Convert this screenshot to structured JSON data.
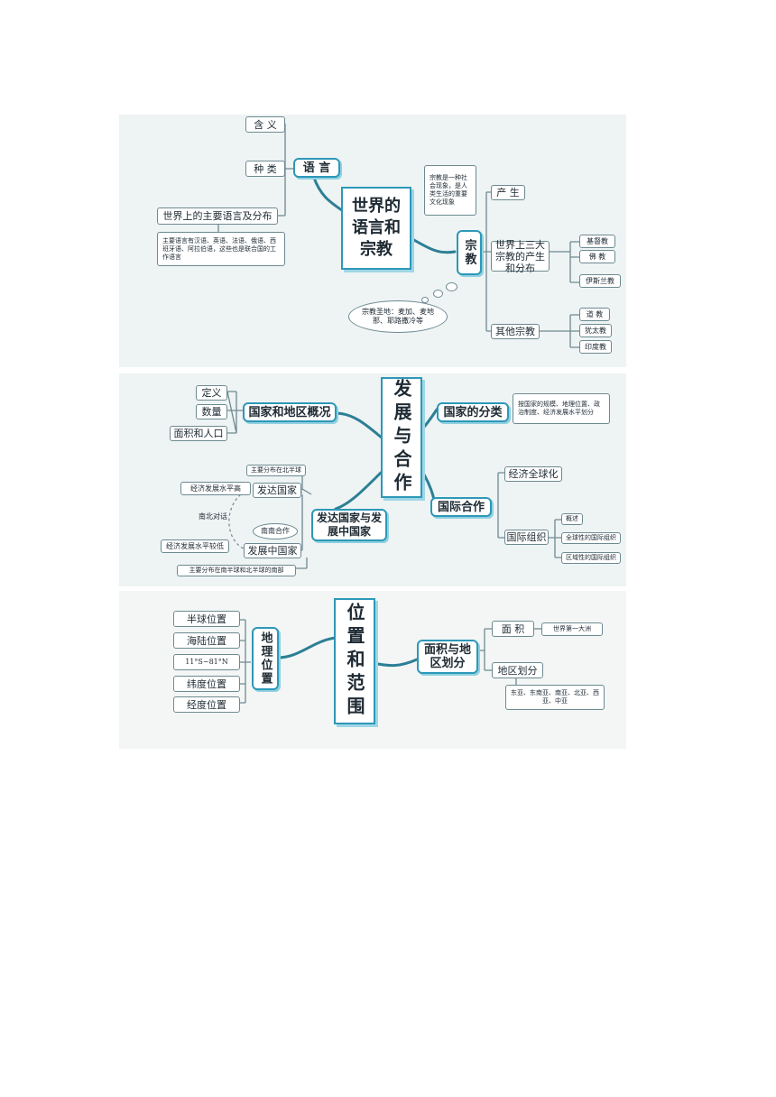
{
  "map1": {
    "title": "世界的语言和宗教",
    "language": {
      "label": "语 言",
      "items": [
        "含 义",
        "种 类",
        "世界上的主要语言及分布"
      ],
      "note": "主要语言有汉语、英语、法语、俄语、西班牙语、阿拉伯语，这些也是联合国的工作语言"
    },
    "religion": {
      "label": "宗教",
      "note": "宗教是一种社会现象，是人类生活的重要文化现象",
      "origin": "产 生",
      "big_three": "世界上三大宗教的产生和分布",
      "big_three_items": [
        "基督教",
        "佛 教",
        "伊斯兰教"
      ],
      "others": "其他宗教",
      "others_items": [
        "道 教",
        "犹太教",
        "印度教"
      ],
      "holy_places": "宗教圣地：麦加、麦地那、耶路撒冷等"
    }
  },
  "map2": {
    "title": "发展与合作",
    "overview": {
      "label": "国家和地区概况",
      "items": [
        "定义",
        "数量",
        "面积和人口"
      ]
    },
    "classification": {
      "label": "国家的分类",
      "note": "按国家的规模、地理位置、政治制度、经济发展水平划分"
    },
    "cooperation": {
      "label": "国际合作",
      "items": [
        "经济全球化",
        "国际组织"
      ],
      "org_items": [
        "概述",
        "全球性的国际组织",
        "区域性的国际组织"
      ]
    },
    "dev": {
      "label": "发达国家与发展中国家",
      "developed": "发达国家",
      "developed_dist": "主要分布在北半球",
      "developed_level": "经济发展水平高",
      "developing": "发展中国家",
      "developing_level": "经济发展水平较低",
      "developing_dist": "主要分布在南半球和北半球的南部",
      "north_south": "南北对话",
      "south_south": "南南合作"
    }
  },
  "map3": {
    "title": "位置和范围",
    "geo": {
      "label": "地理位置",
      "items": [
        "半球位置",
        "海陆位置",
        "11°S~81°N",
        "纬度位置",
        "经度位置"
      ]
    },
    "area": {
      "label": "面积与地区划分",
      "area": "面 积",
      "area_note": "世界第一大洲",
      "regions": "地区划分",
      "regions_note": "东亚、东南亚、南亚、北亚、西亚、中亚"
    }
  }
}
